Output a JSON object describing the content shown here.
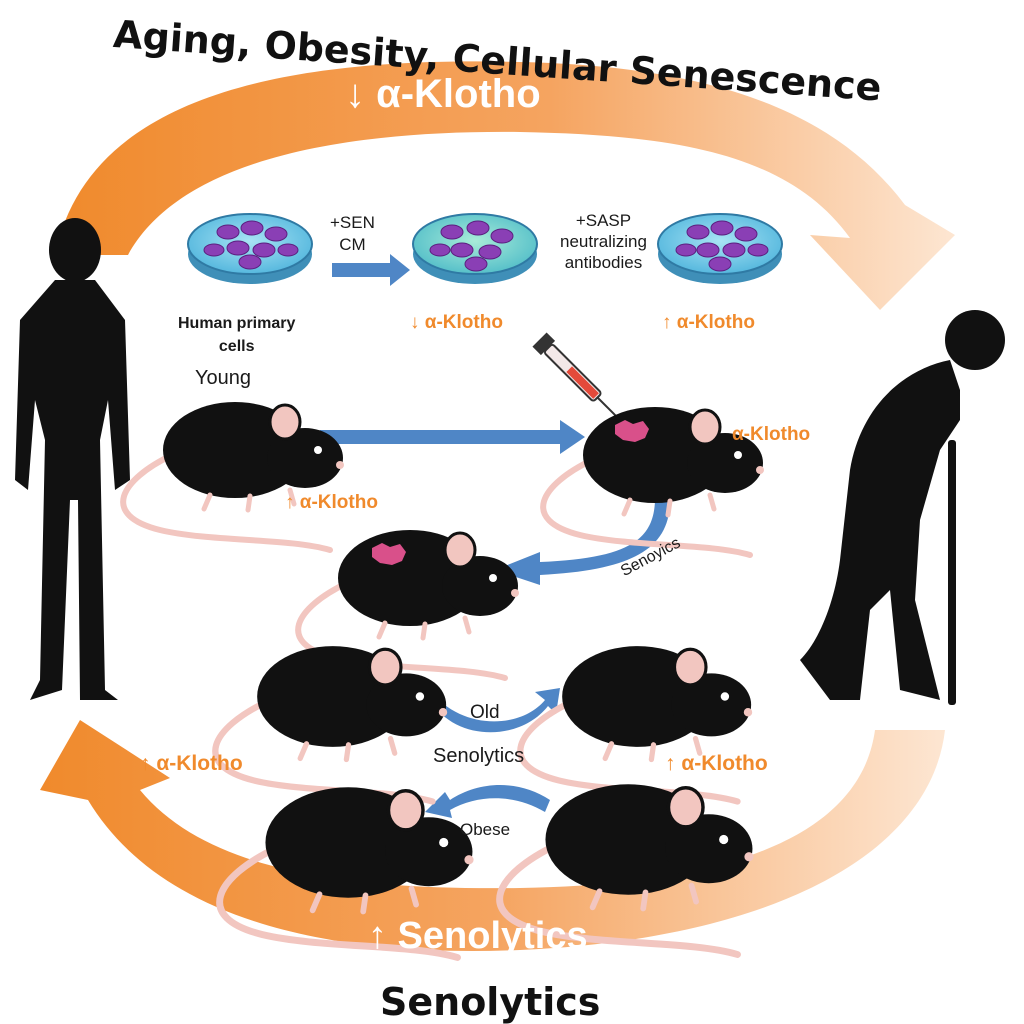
{
  "title_top": "Aging, Obesity, Cellular Senescence",
  "banner_top": "↓ α-Klotho",
  "banner_bottom": "↑ Senolytics",
  "title_bottom": "Senolytics",
  "petri": {
    "step1_label": "+SEN\nCM",
    "step2_label": "+SASP\nneutralizing\nantibodies",
    "cells_label": "Human primary\ncells",
    "dish2_klotho": "↓ α-Klotho",
    "dish3_klotho": "↑ α-Klotho"
  },
  "mice": {
    "young_label": "Young",
    "young_klotho": "↑ α-Klotho",
    "injected_klotho": "α-Klotho",
    "senolytics_curve": "Senoyics",
    "old_label": "Old",
    "senolytics_label": "Senolytics",
    "old_klotho": "↑ α-Klotho",
    "obese_label": "Obese",
    "left_klotho": "↑ α-Klotho"
  },
  "colors": {
    "orange": "#f08a2c",
    "blue": "#4f86c6",
    "dish_blue": "#6ec6e6",
    "cell_purple": "#8a3fb5",
    "senescent_pink": "#d9508a"
  }
}
